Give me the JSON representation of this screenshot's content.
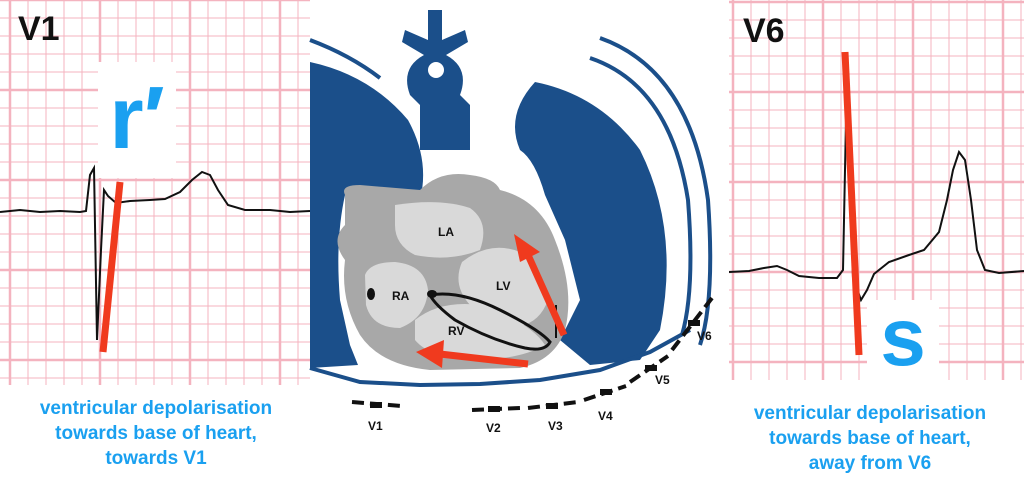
{
  "left_panel": {
    "lead": "V1",
    "wave": "r′",
    "caption": [
      "ventricular depolarisation",
      "towards base of heart,",
      "towards V1"
    ]
  },
  "right_panel": {
    "lead": "V6",
    "wave": "s",
    "caption": [
      "ventricular depolarisation",
      "towards base of heart,",
      "away from V6"
    ]
  },
  "heart": {
    "chambers": {
      "la": "LA",
      "ra": "RA",
      "lv": "LV",
      "rv": "RV"
    },
    "electrodes": [
      "V1",
      "V2",
      "V3",
      "V4",
      "V5",
      "V6"
    ]
  },
  "colors": {
    "grid": "#f4b3bf",
    "vector": "#f03a1e",
    "lung": "#1b4f8a",
    "heart": "#a8a8a8",
    "text_accent": "#1aa0f0"
  }
}
